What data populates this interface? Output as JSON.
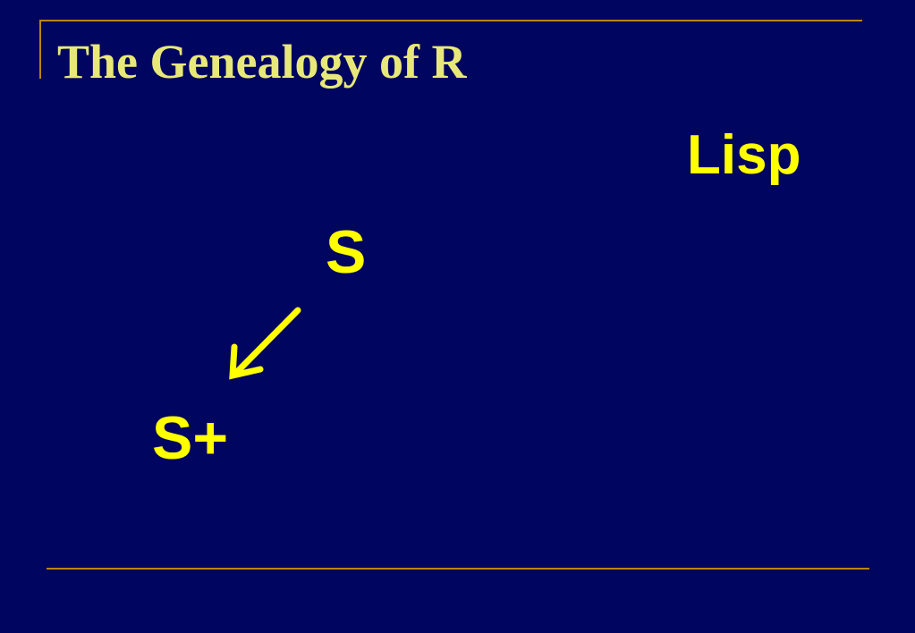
{
  "slide": {
    "title": "The Genealogy of R",
    "colors": {
      "background": "#00055f",
      "title": "#e8e87a",
      "nodes": "#ffff00",
      "rule": "#b8860b"
    }
  },
  "diagram": {
    "nodes": [
      {
        "id": "lisp",
        "label": "Lisp"
      },
      {
        "id": "s",
        "label": "S"
      },
      {
        "id": "splus",
        "label": "S+"
      }
    ],
    "edges": [
      {
        "from": "s",
        "to": "splus"
      }
    ]
  }
}
